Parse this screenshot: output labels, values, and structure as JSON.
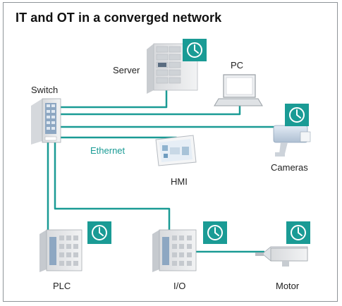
{
  "title": "IT and OT in a converged network",
  "network_label": "Ethernet",
  "devices": {
    "server": "Server",
    "pc": "PC",
    "switch": "Switch",
    "cameras": "Cameras",
    "hmi": "HMI",
    "plc": "PLC",
    "io": "I/O",
    "motor": "Motor"
  },
  "clock_badge_icon": "clock-icon",
  "colors": {
    "link": "#1a9b95",
    "badge": "#1a9b95",
    "frame": "#8f9499"
  }
}
